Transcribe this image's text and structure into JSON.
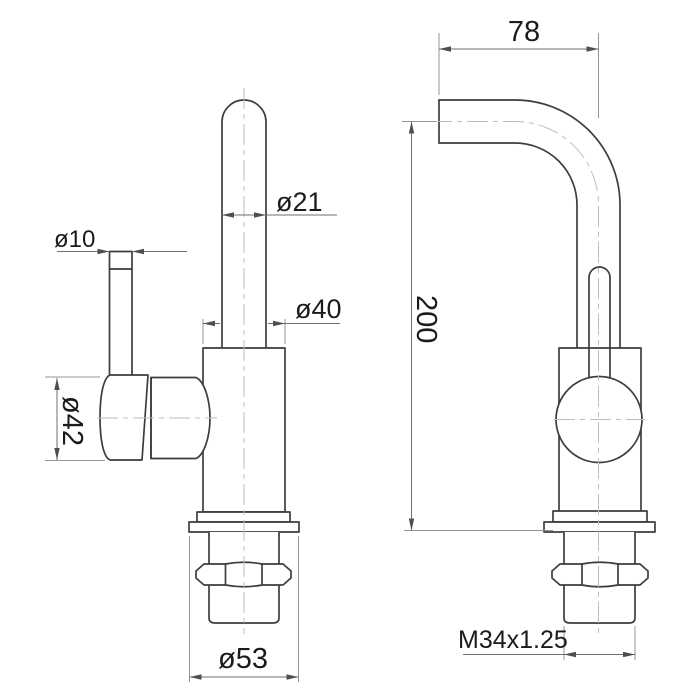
{
  "drawing": {
    "background": "#ffffff",
    "outline_color": "#3d3d3d",
    "dimension_line_color": "#6f6f6f",
    "centerline_color": "#bdbdbd",
    "text_color": "#1b1b1b",
    "front_view": {
      "dimensions": {
        "spout_diameter": "ø21",
        "handle_rod_diameter": "ø10",
        "body_diameter": "ø40",
        "handle_ball_diameter": "ø42",
        "base_diameter": "ø53"
      }
    },
    "side_view": {
      "dimensions": {
        "spout_reach": "78",
        "overall_height": "200",
        "thread_spec": "M34x1.25"
      }
    }
  }
}
